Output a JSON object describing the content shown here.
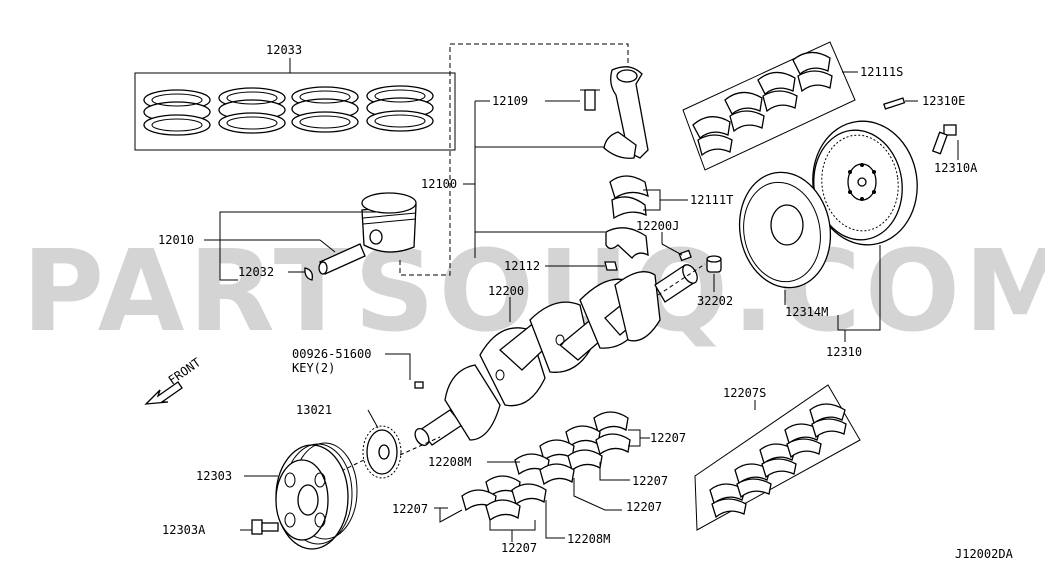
{
  "watermark": "PARTSOUQ.COM",
  "diagram_code": "J12002DA",
  "direction_label": "FRONT",
  "parts": {
    "piston_ring_set": "12033",
    "conrod_bolt": "12109",
    "conrod_assembly": "12100",
    "conrod_bearing_upper_set": "12111S",
    "conrod_bearing_lower": "12111T",
    "pilot_converter_pin": "12310E",
    "flywheel_bolt": "12310A",
    "piston": "12010",
    "piston_pin_clip": "12032",
    "conrod_nut": "12112",
    "pin_dowel": "12200J",
    "bushing": "32202",
    "crankshaft": "12200",
    "plate_adapter": "12314M",
    "flywheel_assembly": "12310",
    "key_part_no": "00926-51600",
    "key_note": "KEY(2)",
    "sprocket": "13021",
    "pulley": "12303",
    "pulley_bolt": "12303A",
    "main_bearing_set": "12207S",
    "main_bearing_a": "12207",
    "main_bearing_b": "12207",
    "main_bearing_c": "12207",
    "main_bearing_d": "12207",
    "main_bearing_e": "12207",
    "thrust_bearing_upper": "12208M",
    "thrust_bearing_lower": "12208M"
  }
}
